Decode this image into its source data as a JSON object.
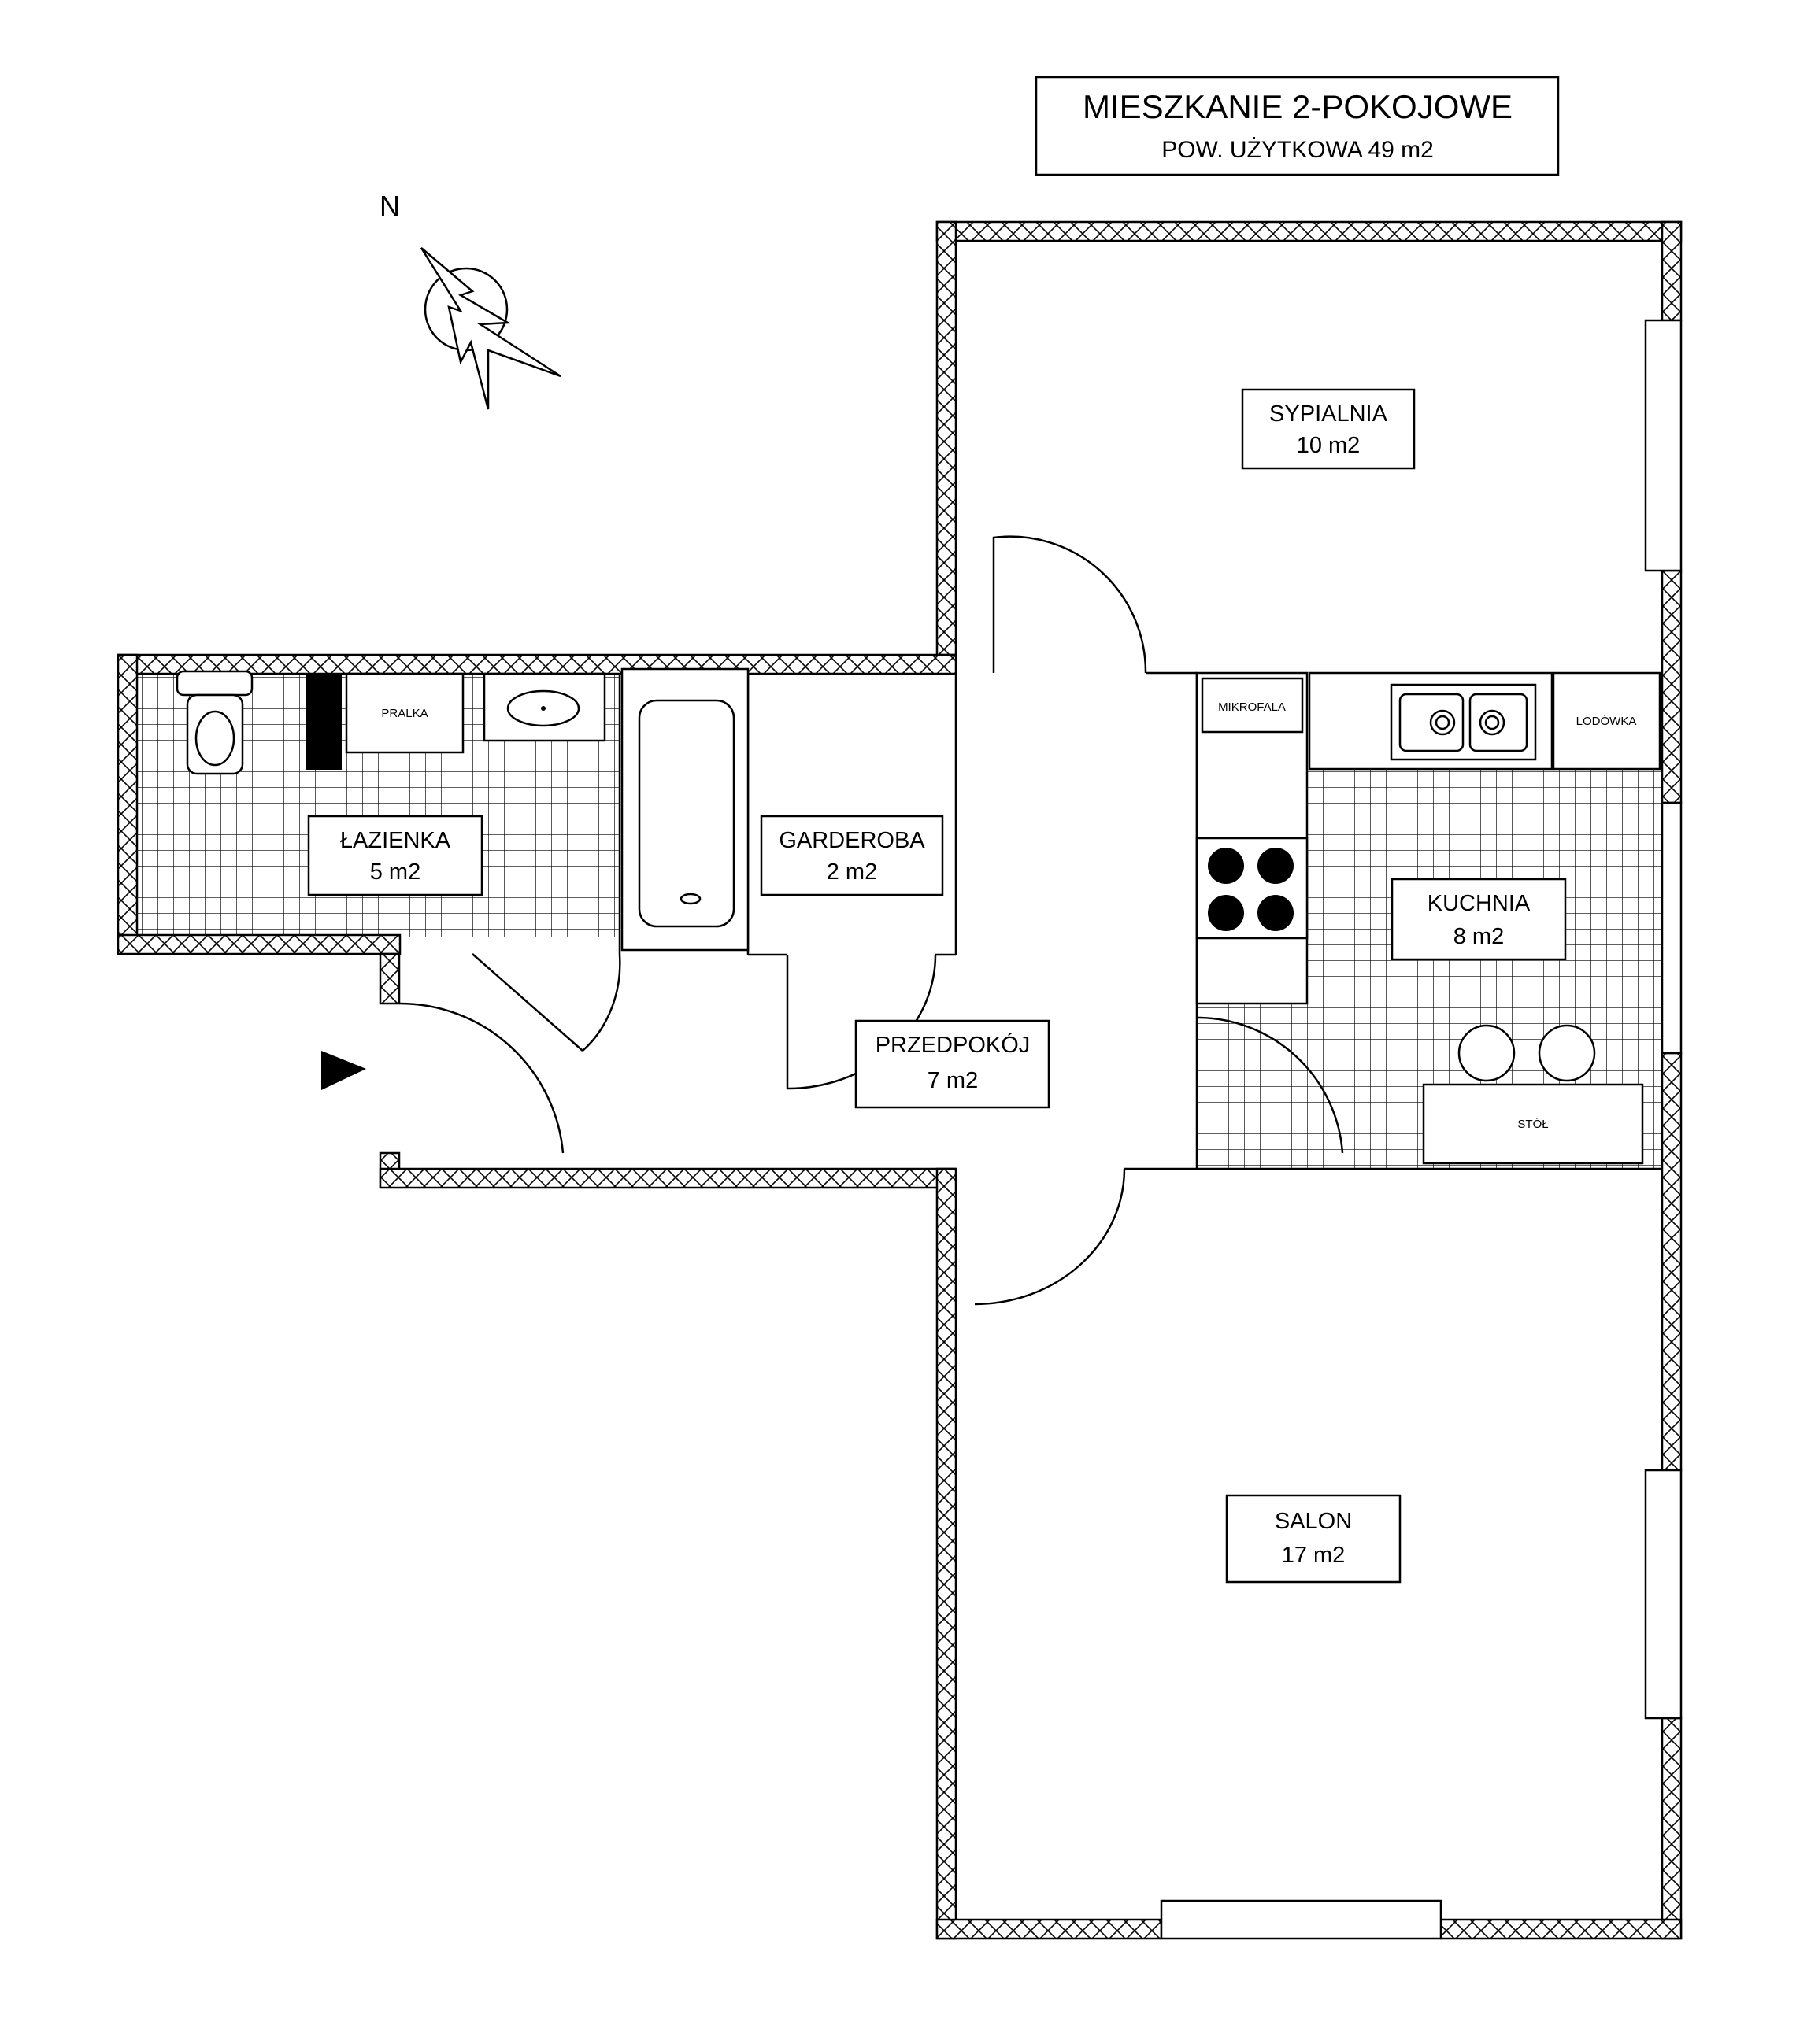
{
  "title": {
    "main": "MIESZKANIE 2-POKOJOWE",
    "sub": "POW. UŻYTKOWA 49 m2"
  },
  "compass": {
    "letter": "N",
    "icon": "compass-arrow-icon"
  },
  "rooms": {
    "sypialnia": {
      "name": "SYPIALNIA",
      "area": "10 m2"
    },
    "lazienka": {
      "name": "ŁAZIENKA",
      "area": "5 m2"
    },
    "garderoba": {
      "name": "GARDEROBA",
      "area": "2 m2"
    },
    "kuchnia": {
      "name": "KUCHNIA",
      "area": "8 m2"
    },
    "przedpokoj": {
      "name": "PRZEDPOKÓJ",
      "area": "7 m2"
    },
    "salon": {
      "name": "SALON",
      "area": "17 m2"
    }
  },
  "fixtures": {
    "pralka": "PRALKA",
    "mikrofala": "MIKROFALA",
    "lodowka": "LODÓWKA",
    "stol": "STÓŁ"
  },
  "entrance": {
    "icon": "entrance-arrow-icon"
  },
  "colors": {
    "line": "#000000",
    "background": "#ffffff"
  }
}
